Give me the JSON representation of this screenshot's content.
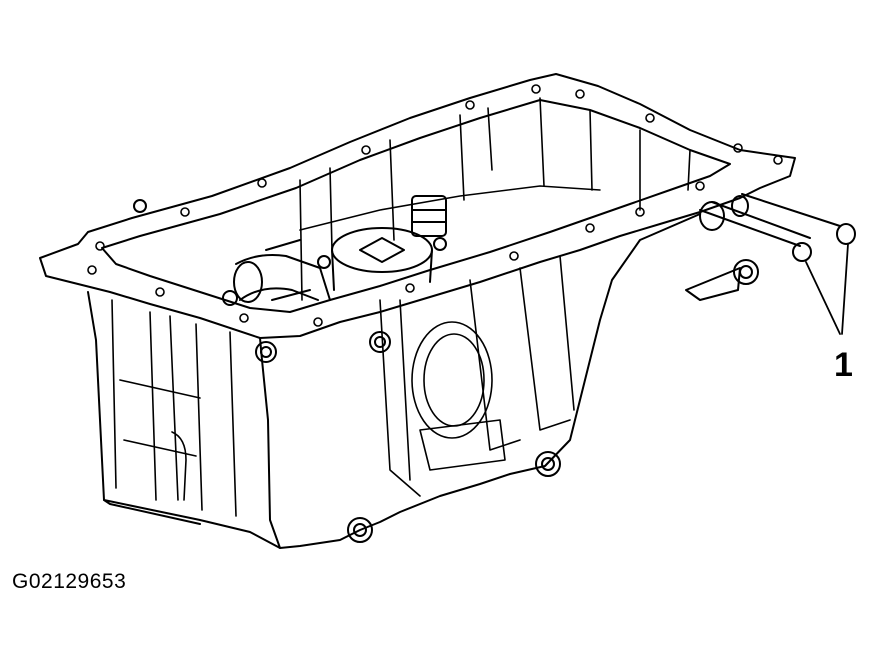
{
  "figure": {
    "callouts": [
      {
        "id": "callout-1",
        "text": "1"
      }
    ],
    "figure_id": "G02129653"
  }
}
